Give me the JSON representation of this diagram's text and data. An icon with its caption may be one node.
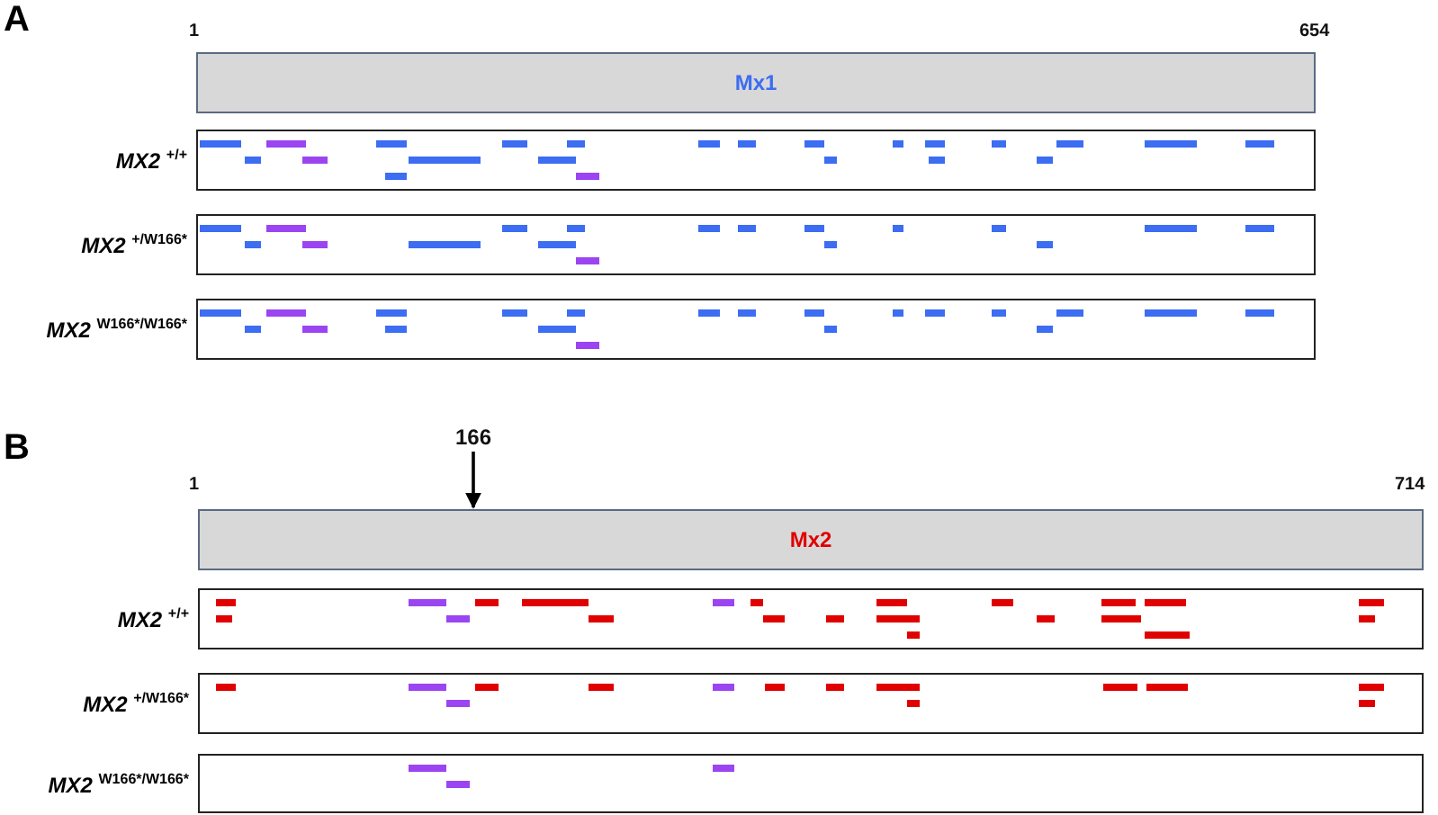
{
  "diagram": {
    "nodes": [
      {
        "text": [
          "Mx1"
        ]
      },
      {
        "text": [
          "MX2 $^{+/+}$"
        ]
      },
      {
        "text": [
          "MX2 $^{+/W166*}$"
        ]
      },
      {
        "text": [
          "MX2 $^{W166*/W166*}$"
        ]
      },
      {
        "text": [
          "166"
        ]
      },
      {
        "text": [
          "Mx2"
        ]
      },
      {
        "text": [
          "MX2 $^{+/+}$"
        ]
      },
      {
        "text": [
          "MX2 $^{+/W166*}$"
        ]
      },
      {
        "text": [
          "MX2 $^{W166*/W166*}$"
        ]
      }
    ],
    "edges": [
      {
        "from": 4,
        "to": 5,
        "arrow": "to"
      }
    ],
    "labels": [
      "A",
      "1",
      "654",
      "B",
      "1",
      "714"
    ]
  }
}
